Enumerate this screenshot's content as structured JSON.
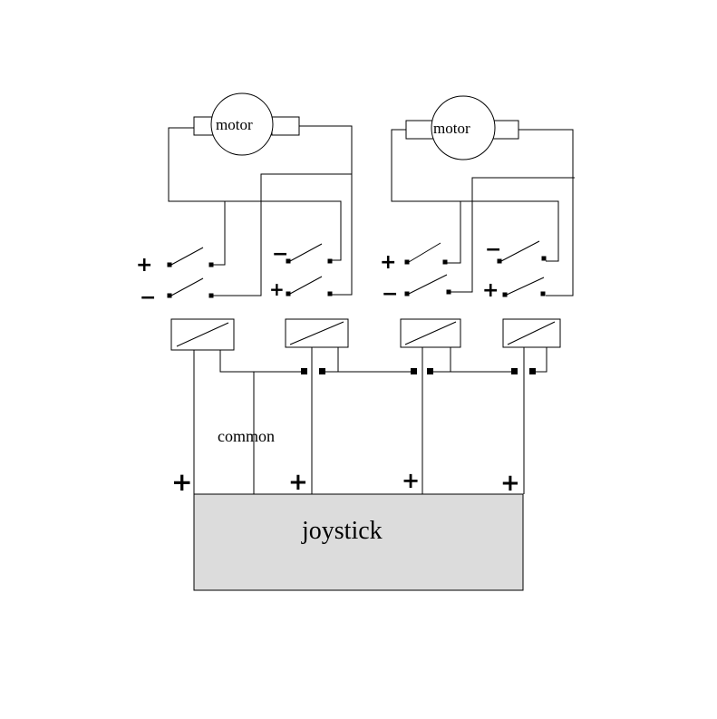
{
  "motors": [
    {
      "label": "motor"
    },
    {
      "label": "motor"
    }
  ],
  "switch_signs": {
    "plus": "+",
    "minus": "−"
  },
  "joystick": {
    "label": "joystick",
    "fill_color": "#dcdcdc"
  },
  "wires": {
    "common_label": "common"
  },
  "joystick_terminals": {
    "sign": "+"
  },
  "colors": {
    "line": "#000000",
    "background": "#ffffff"
  }
}
